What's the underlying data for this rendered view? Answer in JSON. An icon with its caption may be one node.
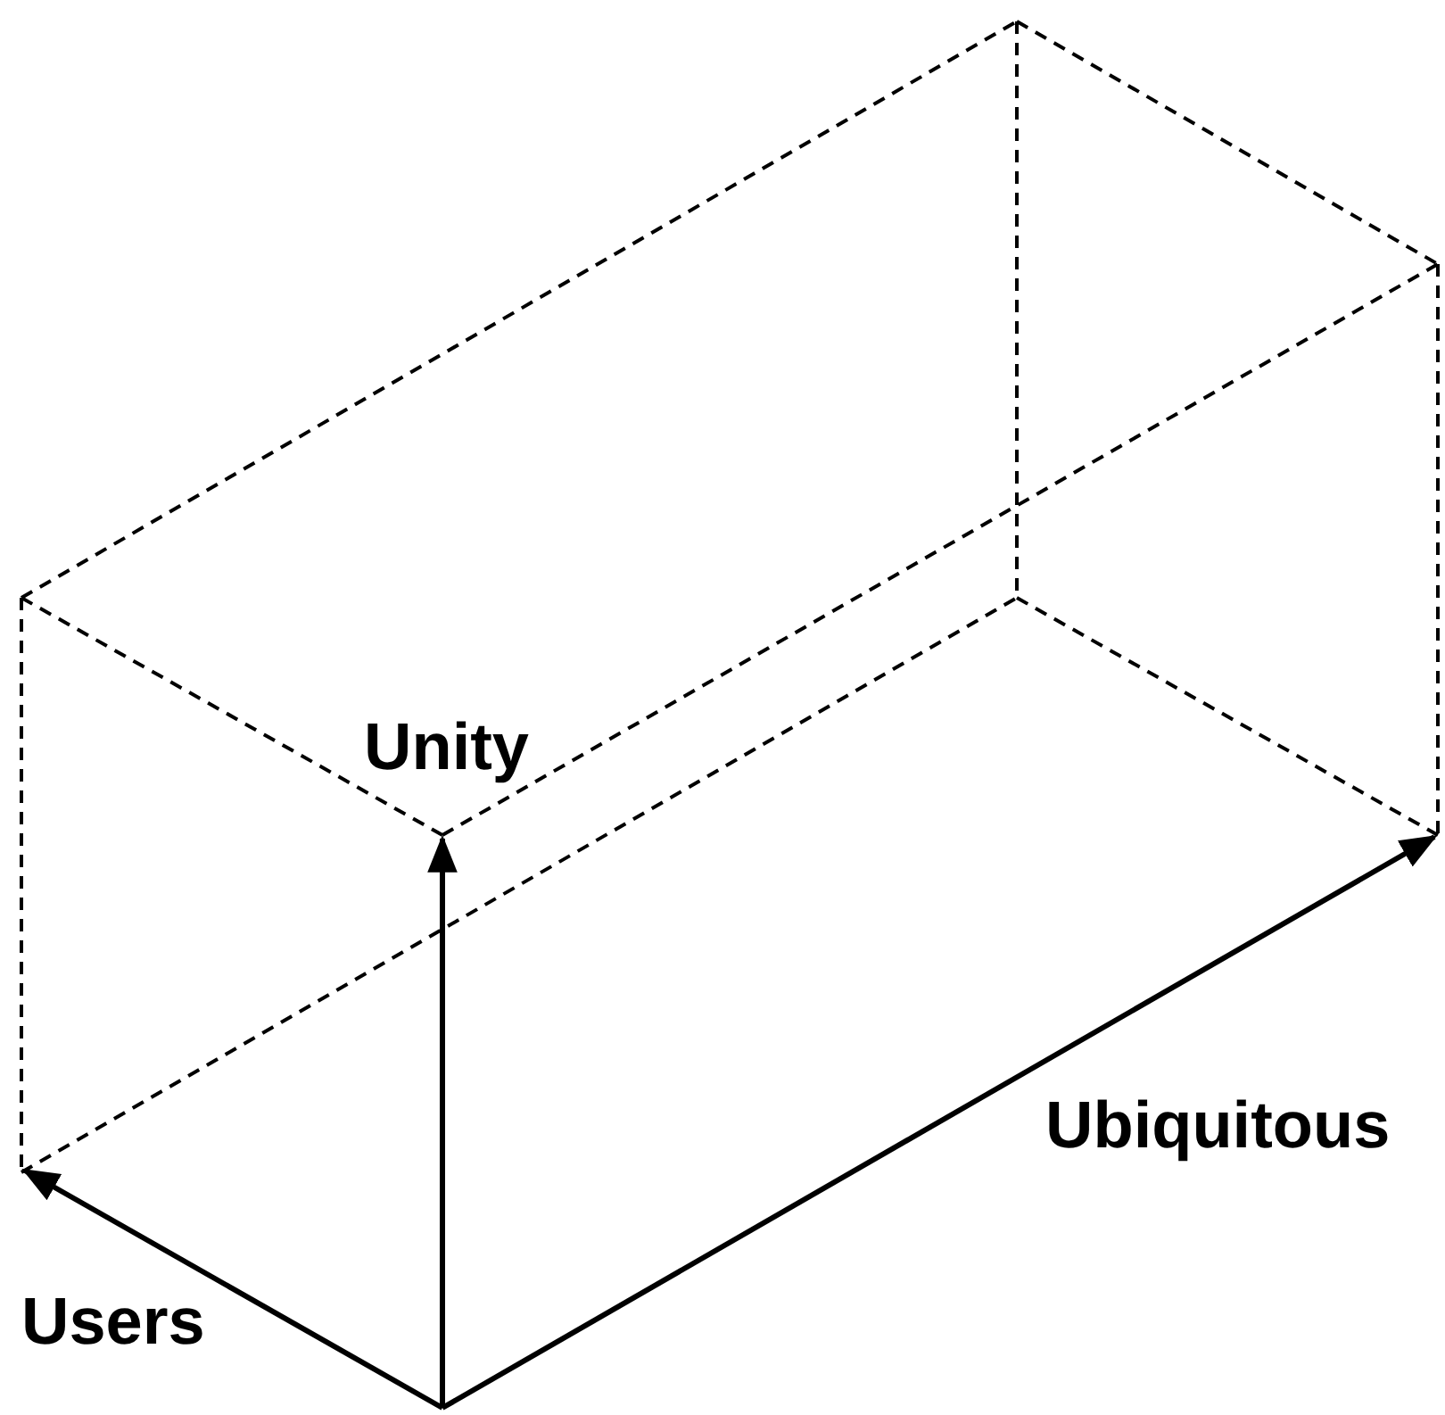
{
  "diagram": {
    "labels": [
      "Unity",
      "Ubiquitous",
      "Users"
    ]
  }
}
